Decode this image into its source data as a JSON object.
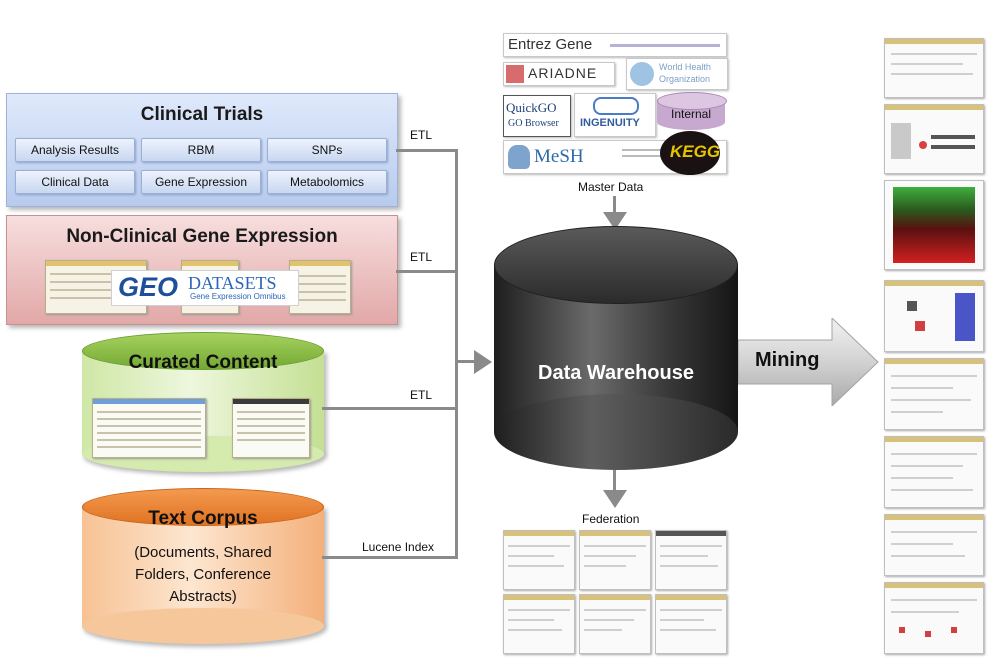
{
  "clinical_trials": {
    "title": "Clinical Trials",
    "items": [
      "Analysis Results",
      "RBM",
      "SNPs",
      "Clinical Data",
      "Gene Expression",
      "Metabolomics"
    ]
  },
  "non_clinical": {
    "title": "Non-Clinical Gene Expression",
    "geo_logo": "GEO",
    "datasets_logo": "DATASETS",
    "datasets_subtitle": "Gene Expression Omnibus"
  },
  "curated_content": {
    "title": "Curated Content"
  },
  "text_corpus": {
    "title": "Text Corpus",
    "description_lines": [
      "(Documents, Shared",
      "Folders, Conference",
      "Abstracts)"
    ]
  },
  "connectors": {
    "etl1": "ETL",
    "etl2": "ETL",
    "etl3": "ETL",
    "lucene": "Lucene Index"
  },
  "master_data": {
    "label": "Master Data",
    "logos": {
      "entrez": "Entrez Gene",
      "ariadne": "ARIADNE",
      "who_line1": "World Health",
      "who_line2": "Organization",
      "quickgo_1": "QuickGO",
      "quickgo_2": "GO Browser",
      "ingenuity": "INGENUITY",
      "internal": "Internal",
      "mesh": "MeSH",
      "kegg": "KEGG"
    }
  },
  "warehouse": {
    "title": "Data Warehouse"
  },
  "mining": {
    "label": "Mining"
  },
  "federation": {
    "label": "Federation"
  },
  "colors": {
    "clinical_bg": "#c4d4f2",
    "non_clinical_bg": "#e8b8b8",
    "curated_green": "#8fc24a",
    "corpus_orange": "#f29a4a",
    "warehouse_dark": "#2f2f2f",
    "arrow_gray": "#8a8a8a"
  }
}
